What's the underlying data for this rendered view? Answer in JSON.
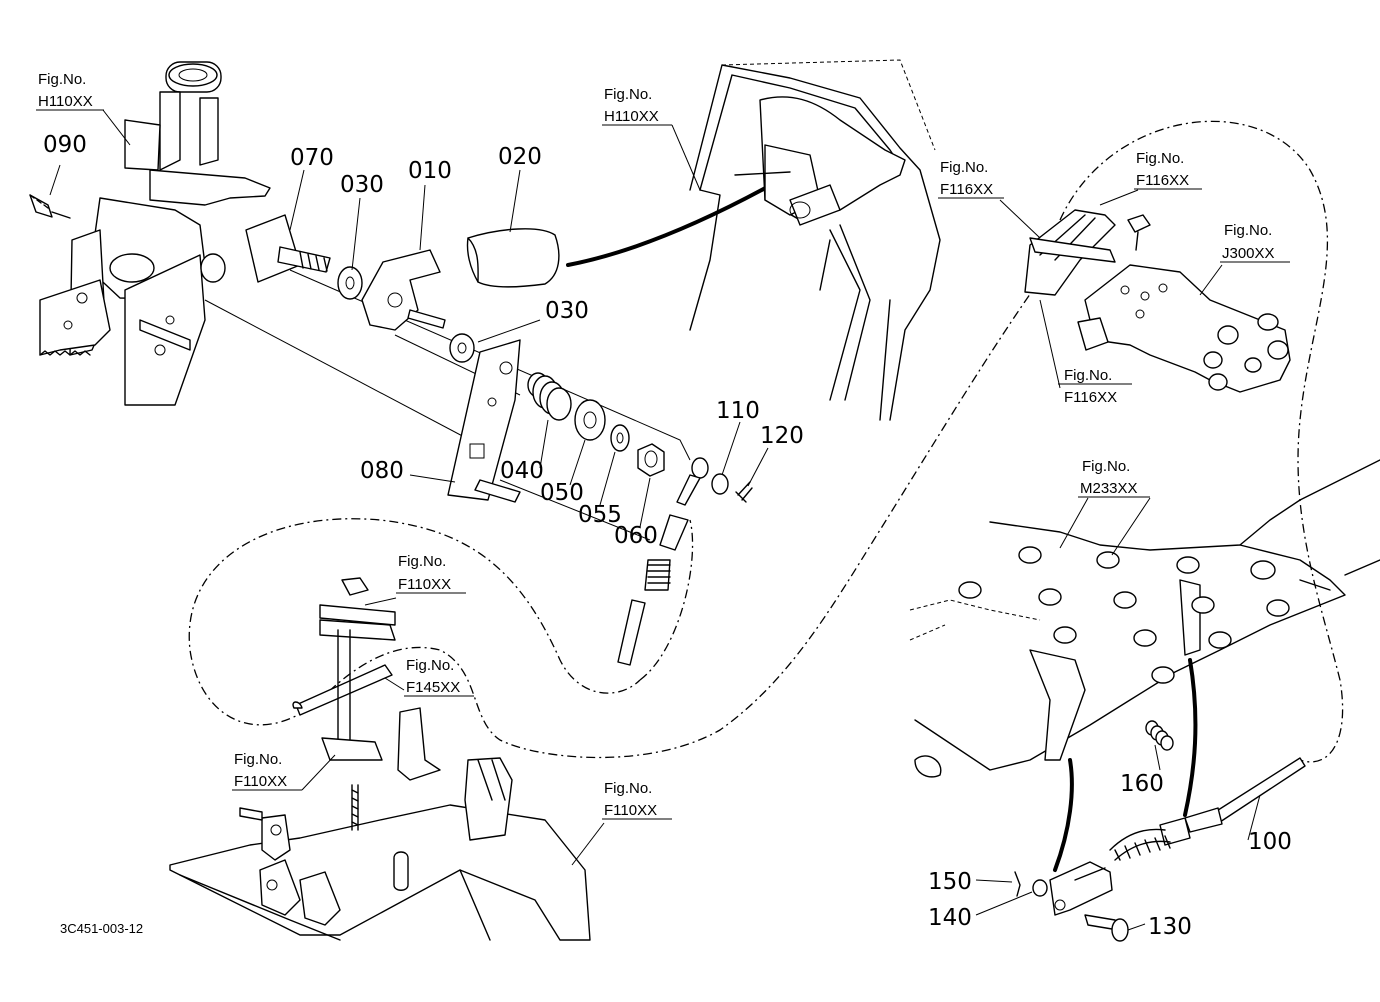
{
  "diagram_code": "3C451-003-12",
  "parts": {
    "p010": "010",
    "p020": "020",
    "p030a": "030",
    "p030b": "030",
    "p040": "040",
    "p050": "050",
    "p055": "055",
    "p060": "060",
    "p070": "070",
    "p080": "080",
    "p090": "090",
    "p100": "100",
    "p110": "110",
    "p120": "120",
    "p130": "130",
    "p140": "140",
    "p150": "150",
    "p160": "160"
  },
  "fig_refs": {
    "label": "Fig.No.",
    "ref1": "H110XX",
    "ref2": "H110XX",
    "ref3": "F116XX",
    "ref4": "F116XX",
    "ref5": "J300XX",
    "ref6": "F116XX",
    "ref7": "M233XX",
    "ref8": "F110XX",
    "ref9": "F145XX",
    "ref10": "F110XX",
    "ref11": "F110XX"
  }
}
